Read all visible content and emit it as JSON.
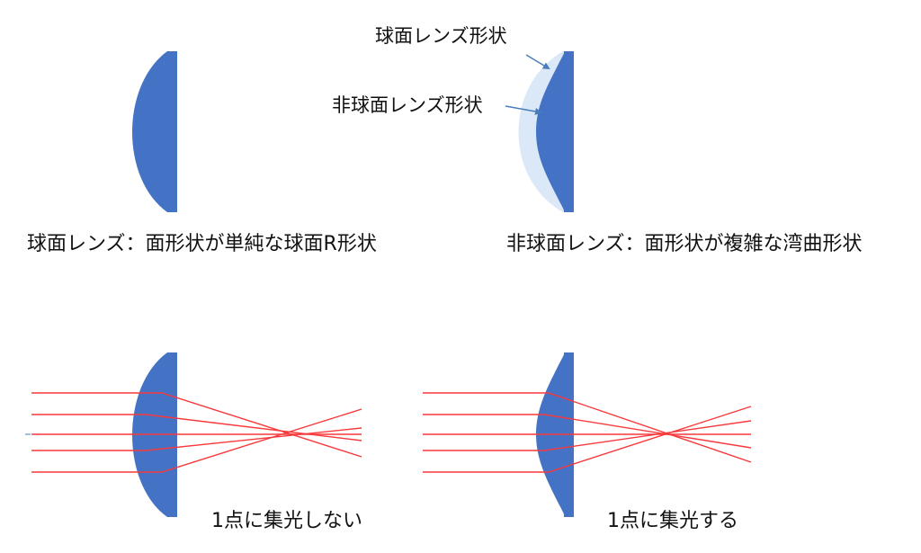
{
  "colors": {
    "lens_fill": "#4472C4",
    "spherical_ghost": "#DAE8F8",
    "ray": "#F8393C",
    "callout_arrow": "#4A7EBB",
    "axis_tick": "#4A7EBB",
    "text": "#111111"
  },
  "top": {
    "spherical": {
      "caption": "球面レンズ：面形状が単純な球面R形状"
    },
    "aspherical": {
      "caption": "非球面レンズ：面形状が複雑な湾曲形状",
      "callout_spherical": "球面レンズ形状",
      "callout_aspherical": "非球面レンズ形状"
    }
  },
  "bottom": {
    "spherical": {
      "caption": "1点に集光しない",
      "ray_count": 5
    },
    "aspherical": {
      "caption": "1点に集光する",
      "ray_count": 5
    }
  }
}
